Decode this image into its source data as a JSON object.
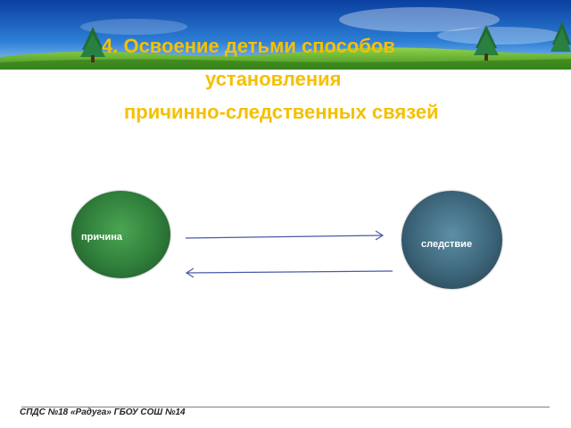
{
  "slide": {
    "title_lines": [
      "4. Освоение детьми способов",
      "установления",
      "причинно-следственных связей"
    ],
    "footer": "СПДС №18 «Радуга» ГБОУ СОШ №14",
    "title_color": "#f5c000"
  },
  "diagram": {
    "nodes": [
      {
        "id": "cause",
        "label": "причина",
        "color": "#2f7d3a"
      },
      {
        "id": "effect",
        "label": "следствие",
        "color": "#3c6478"
      }
    ],
    "edges": [
      {
        "from": "cause",
        "to": "effect"
      },
      {
        "from": "effect",
        "to": "cause"
      }
    ]
  }
}
